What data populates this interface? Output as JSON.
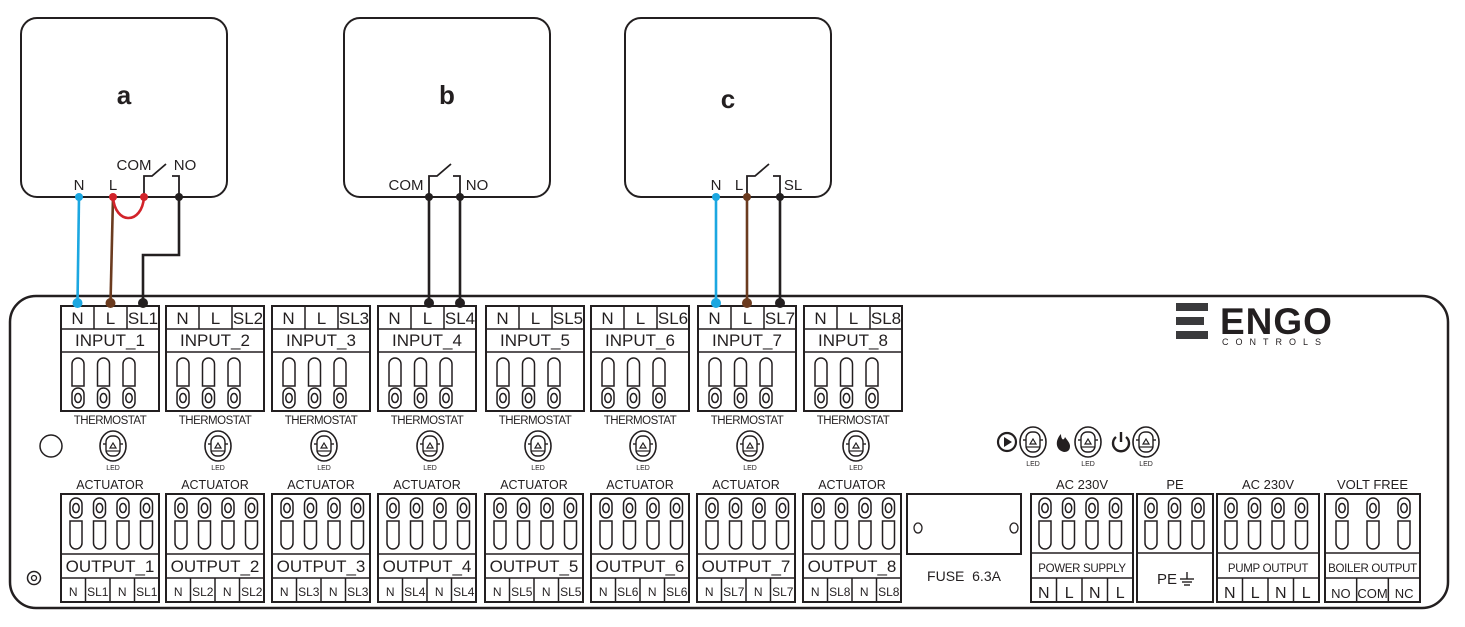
{
  "thermostats": [
    {
      "id": "a",
      "label": "a",
      "terminals": [
        "N",
        "L",
        "COM",
        "NO"
      ],
      "target_input": 1,
      "wires": [
        {
          "from": "N",
          "to": "N",
          "color": "#1ba7e1"
        },
        {
          "from": "L",
          "to": "L",
          "color": "#6b3b1f"
        },
        {
          "from": "NO",
          "to": "SL1",
          "color": "#231f20"
        }
      ],
      "jumper": {
        "from": "L",
        "to": "COM",
        "color": "#d2232a"
      }
    },
    {
      "id": "b",
      "label": "b",
      "terminals": [
        "COM",
        "NO"
      ],
      "target_input": 4,
      "wires": [
        {
          "from": "COM",
          "to": "L",
          "color": "#231f20"
        },
        {
          "from": "NO",
          "to": "SL4",
          "color": "#231f20"
        }
      ]
    },
    {
      "id": "c",
      "label": "c",
      "terminals": [
        "N",
        "L",
        "SL"
      ],
      "target_input": 7,
      "wires": [
        {
          "from": "N",
          "to": "N",
          "color": "#1ba7e1"
        },
        {
          "from": "L",
          "to": "L",
          "color": "#6b3b1f"
        },
        {
          "from": "SL",
          "to": "SL7",
          "color": "#231f20"
        }
      ]
    }
  ],
  "inputs": [
    {
      "name": "INPUT_1",
      "terminals": [
        "N",
        "L",
        "SL1"
      ],
      "caption": "THERMOSTAT"
    },
    {
      "name": "INPUT_2",
      "terminals": [
        "N",
        "L",
        "SL2"
      ],
      "caption": "THERMOSTAT"
    },
    {
      "name": "INPUT_3",
      "terminals": [
        "N",
        "L",
        "SL3"
      ],
      "caption": "THERMOSTAT"
    },
    {
      "name": "INPUT_4",
      "terminals": [
        "N",
        "L",
        "SL4"
      ],
      "caption": "THERMOSTAT"
    },
    {
      "name": "INPUT_5",
      "terminals": [
        "N",
        "L",
        "SL5"
      ],
      "caption": "THERMOSTAT"
    },
    {
      "name": "INPUT_6",
      "terminals": [
        "N",
        "L",
        "SL6"
      ],
      "caption": "THERMOSTAT"
    },
    {
      "name": "INPUT_7",
      "terminals": [
        "N",
        "L",
        "SL7"
      ],
      "caption": "THERMOSTAT"
    },
    {
      "name": "INPUT_8",
      "terminals": [
        "N",
        "L",
        "SL8"
      ],
      "caption": "THERMOSTAT"
    }
  ],
  "led_label": "LED",
  "outputs": [
    {
      "name": "OUTPUT_1",
      "header": "ACTUATOR",
      "terminals": [
        "N",
        "SL1",
        "N",
        "SL1"
      ]
    },
    {
      "name": "OUTPUT_2",
      "header": "ACTUATOR",
      "terminals": [
        "N",
        "SL2",
        "N",
        "SL2"
      ]
    },
    {
      "name": "OUTPUT_3",
      "header": "ACTUATOR",
      "terminals": [
        "N",
        "SL3",
        "N",
        "SL3"
      ]
    },
    {
      "name": "OUTPUT_4",
      "header": "ACTUATOR",
      "terminals": [
        "N",
        "SL4",
        "N",
        "SL4"
      ]
    },
    {
      "name": "OUTPUT_5",
      "header": "ACTUATOR",
      "terminals": [
        "N",
        "SL5",
        "N",
        "SL5"
      ]
    },
    {
      "name": "OUTPUT_6",
      "header": "ACTUATOR",
      "terminals": [
        "N",
        "SL6",
        "N",
        "SL6"
      ]
    },
    {
      "name": "OUTPUT_7",
      "header": "ACTUATOR",
      "terminals": [
        "N",
        "SL7",
        "N",
        "SL7"
      ]
    },
    {
      "name": "OUTPUT_8",
      "header": "ACTUATOR",
      "terminals": [
        "N",
        "SL8",
        "N",
        "SL8"
      ]
    }
  ],
  "fuse": {
    "label": "FUSE  6.3A"
  },
  "status_leds": [
    {
      "icon": "play-icon"
    },
    {
      "icon": "flame-icon"
    },
    {
      "icon": "power-icon"
    }
  ],
  "power_blocks": [
    {
      "id": "power-supply",
      "header": "AC 230V",
      "name": "POWER SUPPLY",
      "terminals": [
        "N",
        "L",
        "N",
        "L"
      ]
    },
    {
      "id": "pe",
      "header": "PE",
      "name": "PE",
      "terminals": [],
      "pins": 3
    },
    {
      "id": "pump-output",
      "header": "AC 230V",
      "name": "PUMP OUTPUT",
      "terminals": [
        "N",
        "L",
        "N",
        "L"
      ]
    },
    {
      "id": "boiler-output",
      "header": "VOLT FREE",
      "name": "BOILER OUTPUT",
      "terminals": [
        "NO",
        "COM",
        "NC"
      ]
    }
  ],
  "brand": {
    "name": "ENGO",
    "sub": "CONTROLS"
  },
  "colors": {
    "line": "#231f20",
    "neutral": "#1ba7e1",
    "live": "#6b3b1f",
    "jumper": "#d2232a"
  }
}
